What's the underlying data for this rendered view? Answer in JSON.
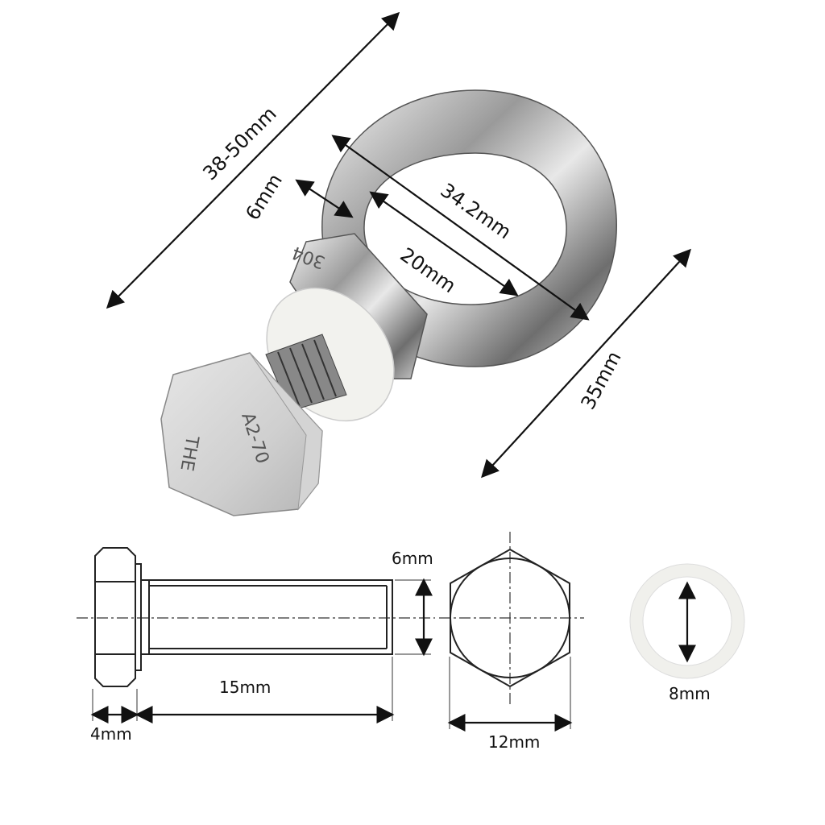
{
  "product": {
    "markings": {
      "collar": "304",
      "head_left": "THE",
      "head_right": "A2-70"
    }
  },
  "dimensions": {
    "overall_length": "38-50mm",
    "ring_thickness": "6mm",
    "ring_outer": "34.2mm",
    "ring_inner": "20mm",
    "ring_height": "35mm",
    "bolt_diameter": "6mm",
    "bolt_length": "15mm",
    "head_thickness": "4mm",
    "head_width": "12mm",
    "washer_inner": "8mm"
  },
  "colors": {
    "metal": "#c8c8c8",
    "washer": "#f2f2ee",
    "lines": "#111111"
  }
}
